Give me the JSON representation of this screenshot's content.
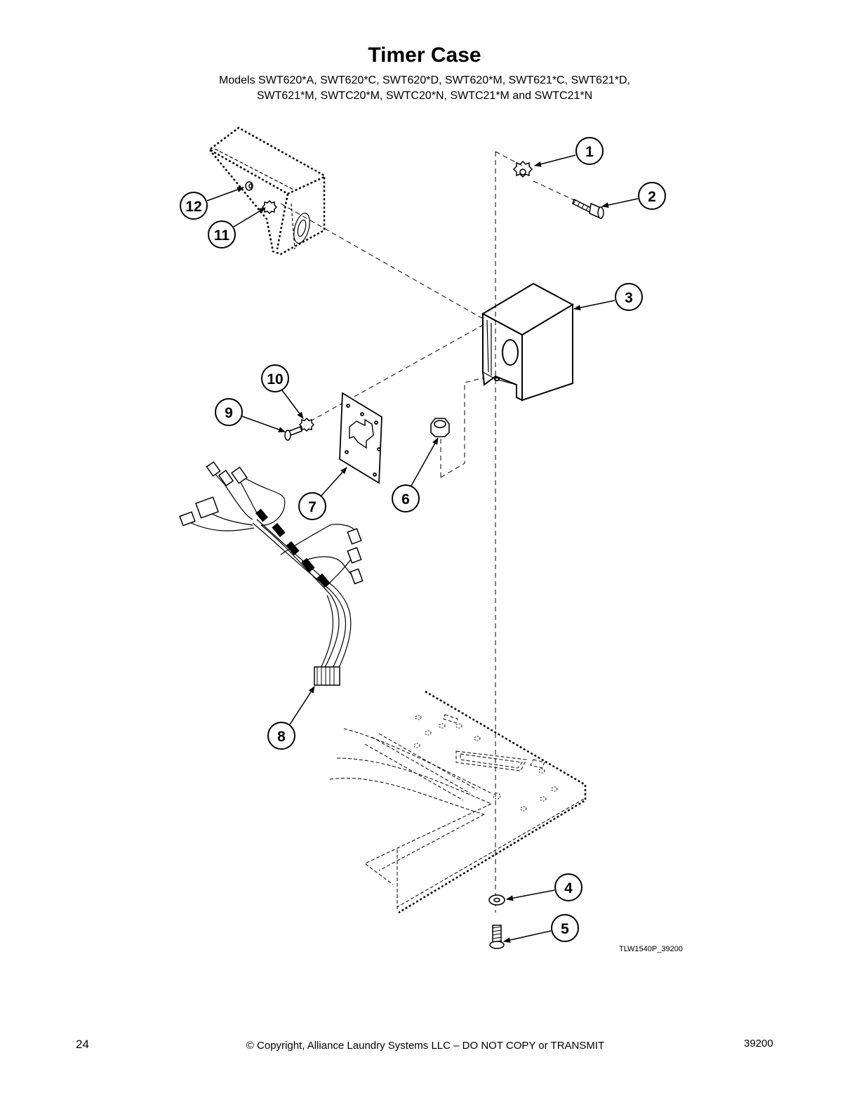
{
  "header": {
    "title": "Timer Case",
    "models_line1": "Models SWT620*A, SWT620*C, SWT620*D, SWT620*M, SWT621*C, SWT621*D,",
    "models_line2": "SWT621*M, SWTC20*M, SWTC20*N, SWTC21*M and SWTC21*N"
  },
  "diagram": {
    "figure_id": "TLW1540P_39200",
    "callouts": [
      "1",
      "2",
      "3",
      "4",
      "5",
      "6",
      "7",
      "8",
      "9",
      "10",
      "11",
      "12"
    ]
  },
  "footer": {
    "page_number": "24",
    "copyright": "© Copyright, Alliance Laundry Systems LLC – DO NOT COPY or TRANSMIT",
    "doc_number": "39200"
  }
}
